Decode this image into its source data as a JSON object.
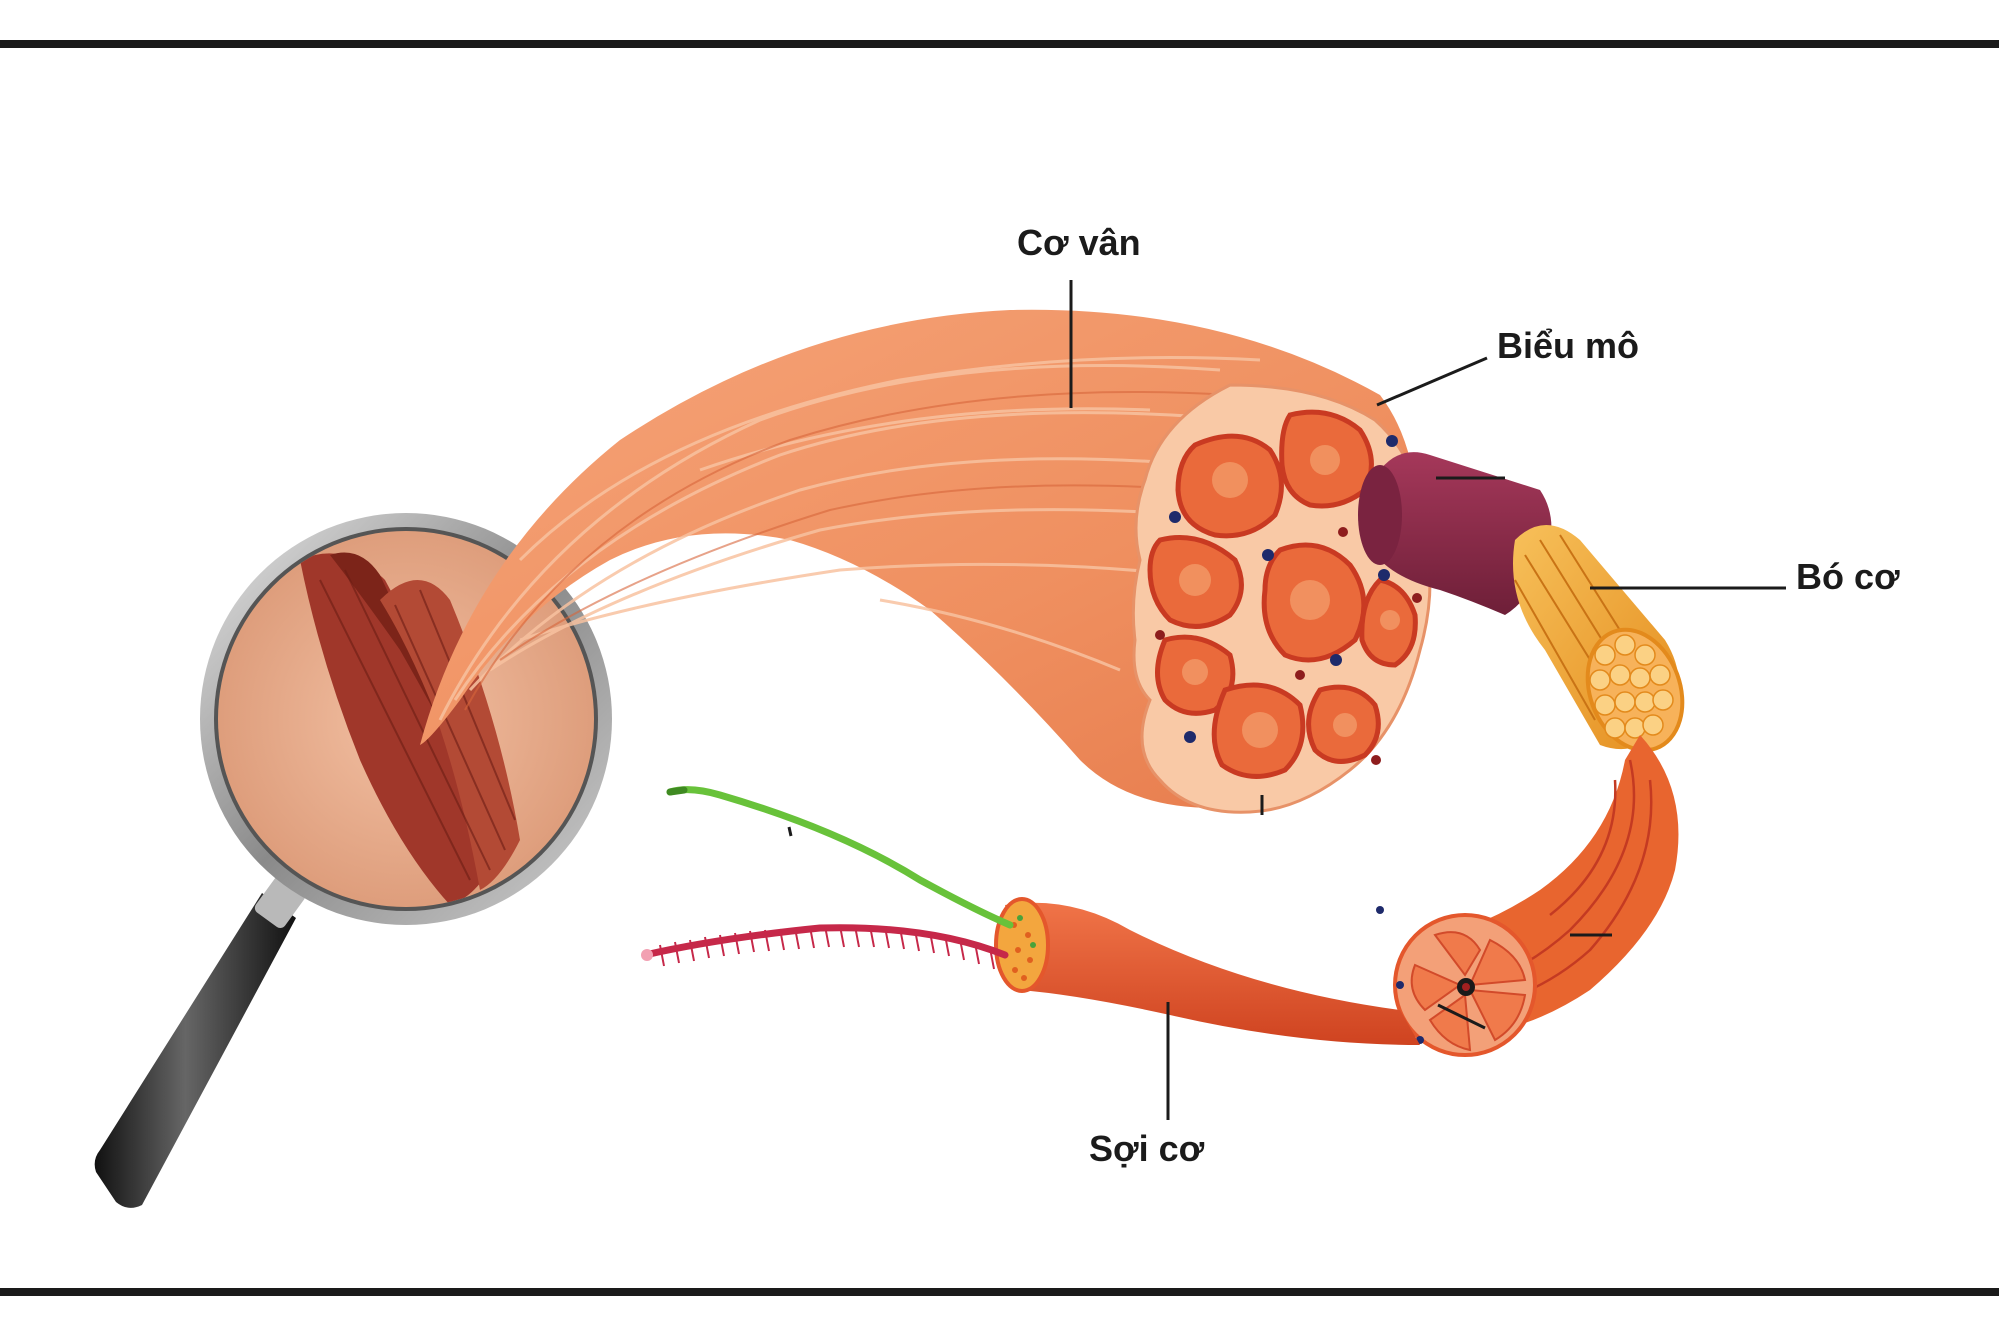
{
  "labels": {
    "striated_muscle": "Cơ vân",
    "epithelium": "Biểu mô",
    "muscle_bundle": "Bó cơ",
    "muscle_fiber": "Sợi cơ"
  },
  "colors": {
    "muscle_main": "#ef8f5f",
    "muscle_dark": "#d8663b",
    "muscle_light": "#f6b089",
    "fascicle_fill": "#f0713e",
    "fascicle_border": "#c93a22",
    "perimysium": "#f9c9a6",
    "sheath_purple": "#8e2c4a",
    "bundle_yellow": "#f2a52c",
    "fiber_red": "#e4572c",
    "nerve_green": "#68c23a",
    "lens_bg": "#e9a98a",
    "lens_rim": "#9a9a9a",
    "handle": "#2a2a2a",
    "leader_line": "#1b1b1b"
  }
}
